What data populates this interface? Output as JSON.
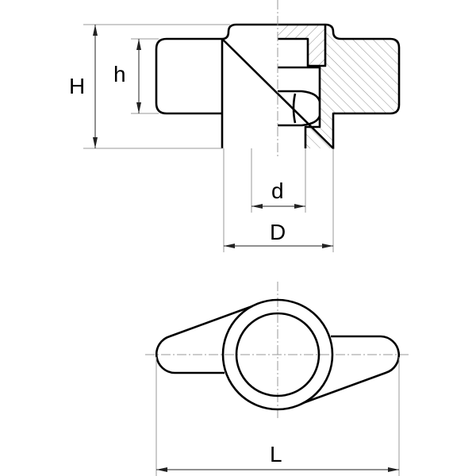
{
  "drawing": {
    "labels": {
      "H": "H",
      "h": "h",
      "d": "d",
      "D": "D",
      "L": "L"
    },
    "colors": {
      "outline": "#000000",
      "dimension": "#222222",
      "centerline": "#999999"
    }
  }
}
